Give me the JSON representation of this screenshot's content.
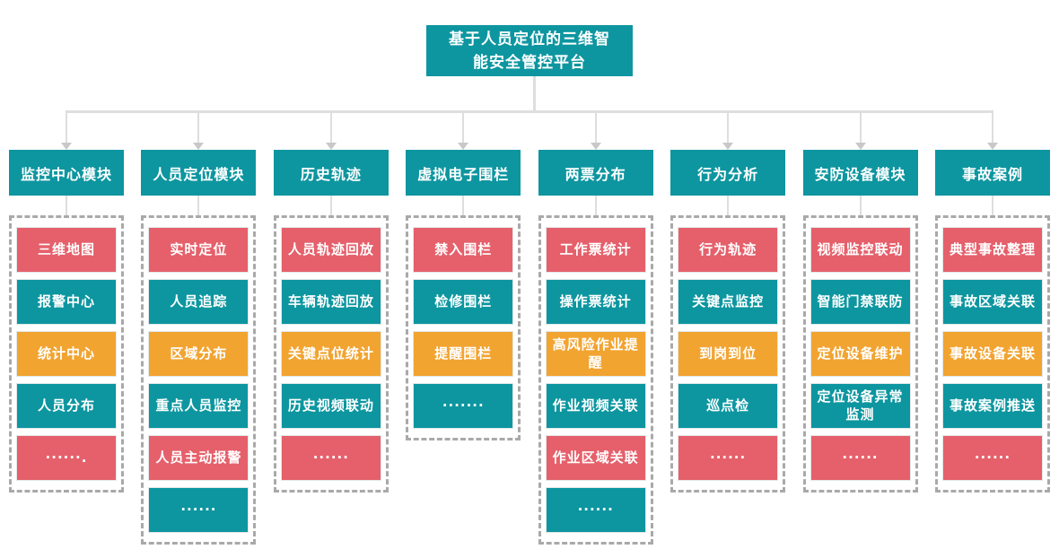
{
  "palette": {
    "teal": "#0d96a0",
    "red": "#e5606b",
    "orange": "#f2a431",
    "line": "#dedede",
    "dash": "#a9a9a9"
  },
  "root": {
    "title": "基于人员定位的三维智\n能安全管控平台"
  },
  "columns": [
    {
      "header": "监控中心模块",
      "items": [
        {
          "label": "三维地图",
          "color": "red"
        },
        {
          "label": "报警中心",
          "color": "teal"
        },
        {
          "label": "统计中心",
          "color": "orange"
        },
        {
          "label": "人员分布",
          "color": "teal"
        },
        {
          "label": "······.",
          "color": "red"
        }
      ]
    },
    {
      "header": "人员定位模块",
      "items": [
        {
          "label": "实时定位",
          "color": "red"
        },
        {
          "label": "人员追踪",
          "color": "teal"
        },
        {
          "label": "区域分布",
          "color": "orange"
        },
        {
          "label": "重点人员监控",
          "color": "teal"
        },
        {
          "label": "人员主动报警",
          "color": "red"
        },
        {
          "label": "······",
          "color": "teal"
        }
      ]
    },
    {
      "header": "历史轨迹",
      "items": [
        {
          "label": "人员轨迹回放",
          "color": "red"
        },
        {
          "label": "车辆轨迹回放",
          "color": "teal"
        },
        {
          "label": "关键点位统计",
          "color": "orange"
        },
        {
          "label": "历史视频联动",
          "color": "teal"
        },
        {
          "label": "······",
          "color": "red"
        }
      ]
    },
    {
      "header": "虚拟电子围栏",
      "items": [
        {
          "label": "禁入围栏",
          "color": "red"
        },
        {
          "label": "检修围栏",
          "color": "teal"
        },
        {
          "label": "提醒围栏",
          "color": "orange"
        },
        {
          "label": "·······",
          "color": "teal"
        }
      ]
    },
    {
      "header": "两票分布",
      "items": [
        {
          "label": "工作票统计",
          "color": "red"
        },
        {
          "label": "操作票统计",
          "color": "teal"
        },
        {
          "label": "高风险作业提\n醒",
          "color": "orange"
        },
        {
          "label": "作业视频关联",
          "color": "teal"
        },
        {
          "label": "作业区域关联",
          "color": "red"
        },
        {
          "label": "······",
          "color": "teal"
        }
      ]
    },
    {
      "header": "行为分析",
      "items": [
        {
          "label": "行为轨迹",
          "color": "red"
        },
        {
          "label": "关键点监控",
          "color": "teal"
        },
        {
          "label": "到岗到位",
          "color": "orange"
        },
        {
          "label": "巡点检",
          "color": "teal"
        },
        {
          "label": "······",
          "color": "red"
        }
      ]
    },
    {
      "header": "安防设备模块",
      "items": [
        {
          "label": "视频监控联动",
          "color": "red"
        },
        {
          "label": "智能门禁联防",
          "color": "teal"
        },
        {
          "label": "定位设备维护",
          "color": "orange"
        },
        {
          "label": "定位设备异常\n监测",
          "color": "teal"
        },
        {
          "label": "······",
          "color": "red"
        }
      ]
    },
    {
      "header": "事故案例",
      "items": [
        {
          "label": "典型事故整理",
          "color": "red"
        },
        {
          "label": "事故区域关联",
          "color": "teal"
        },
        {
          "label": "事故设备关联",
          "color": "orange"
        },
        {
          "label": "事故案例推送",
          "color": "teal"
        },
        {
          "label": "······",
          "color": "red"
        }
      ]
    }
  ]
}
